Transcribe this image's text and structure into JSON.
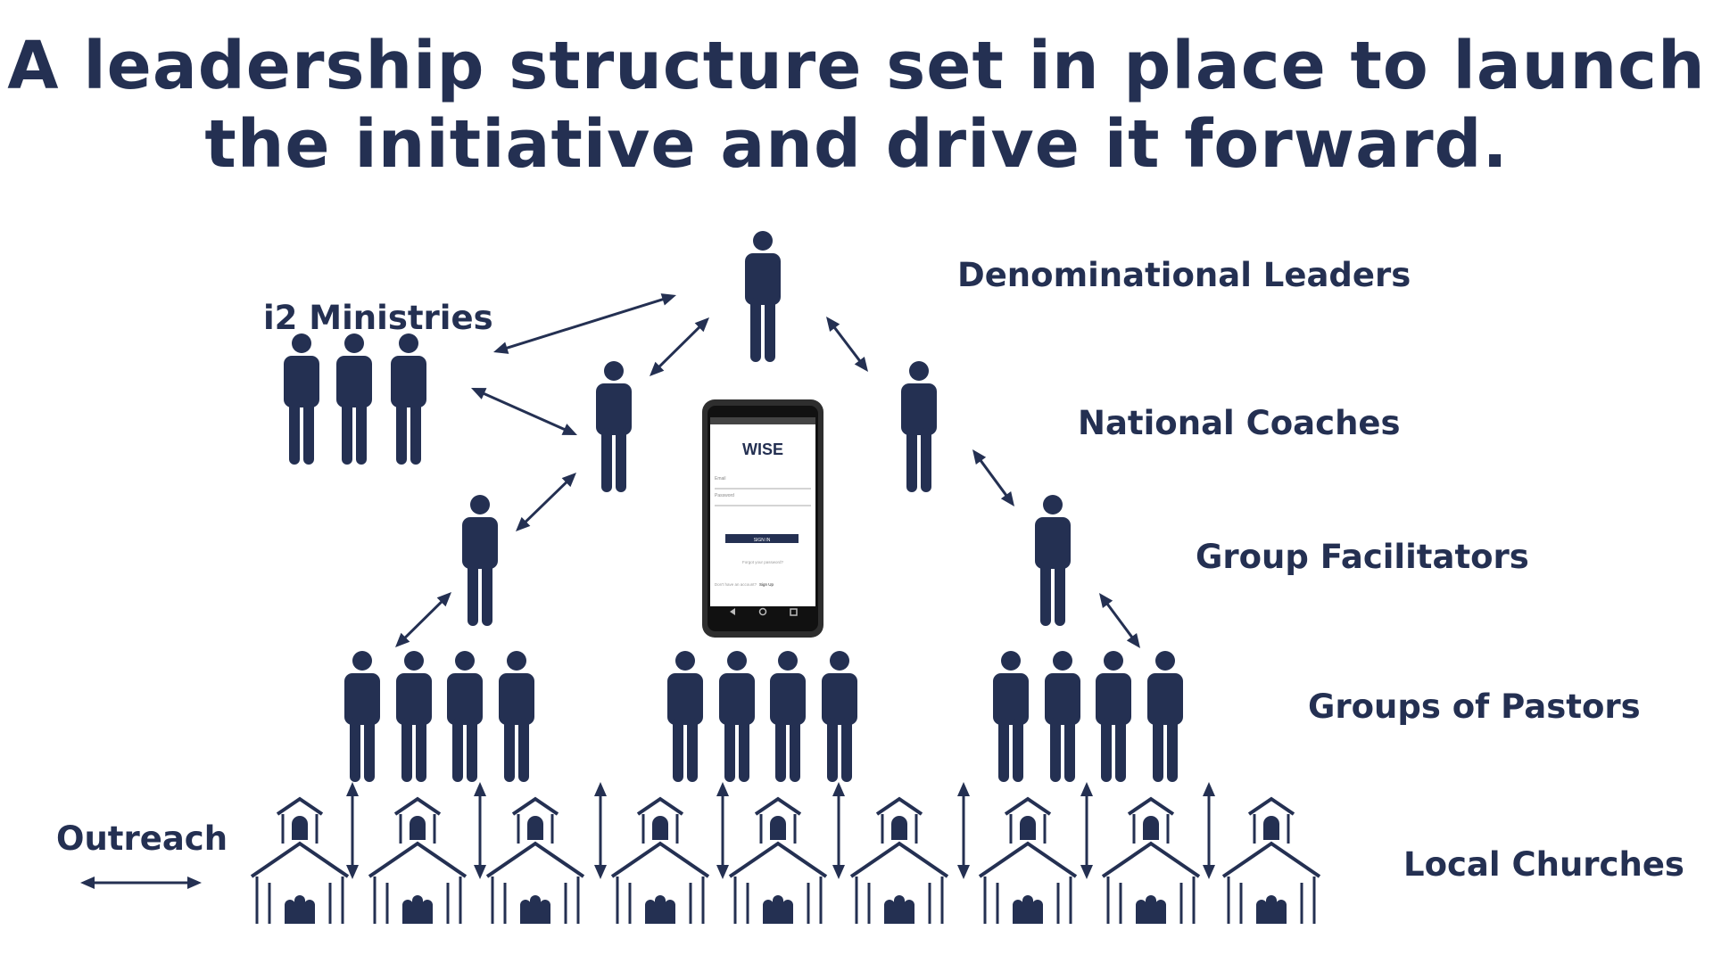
{
  "title": {
    "line1": "A leadership structure set in place to launch",
    "line2": "the initiative and drive it forward."
  },
  "labels": {
    "i2": "i2 Ministries",
    "denominational": "Denominational Leaders",
    "national": "National Coaches",
    "facilitators": "Group Facilitators",
    "pastors": "Groups of Pastors",
    "churches": "Local Churches",
    "outreach": "Outreach"
  },
  "phone": {
    "app_name": "WISE",
    "email_label": "Email",
    "password_label": "Password",
    "signin_label": "SIGN IN",
    "forgot_label": "Forgot your password?",
    "signup_prompt": "Don't have an account?",
    "signup_link": "Sign Up"
  },
  "colors": {
    "ink": "#243052",
    "phone_body": "#2e2e2e"
  }
}
